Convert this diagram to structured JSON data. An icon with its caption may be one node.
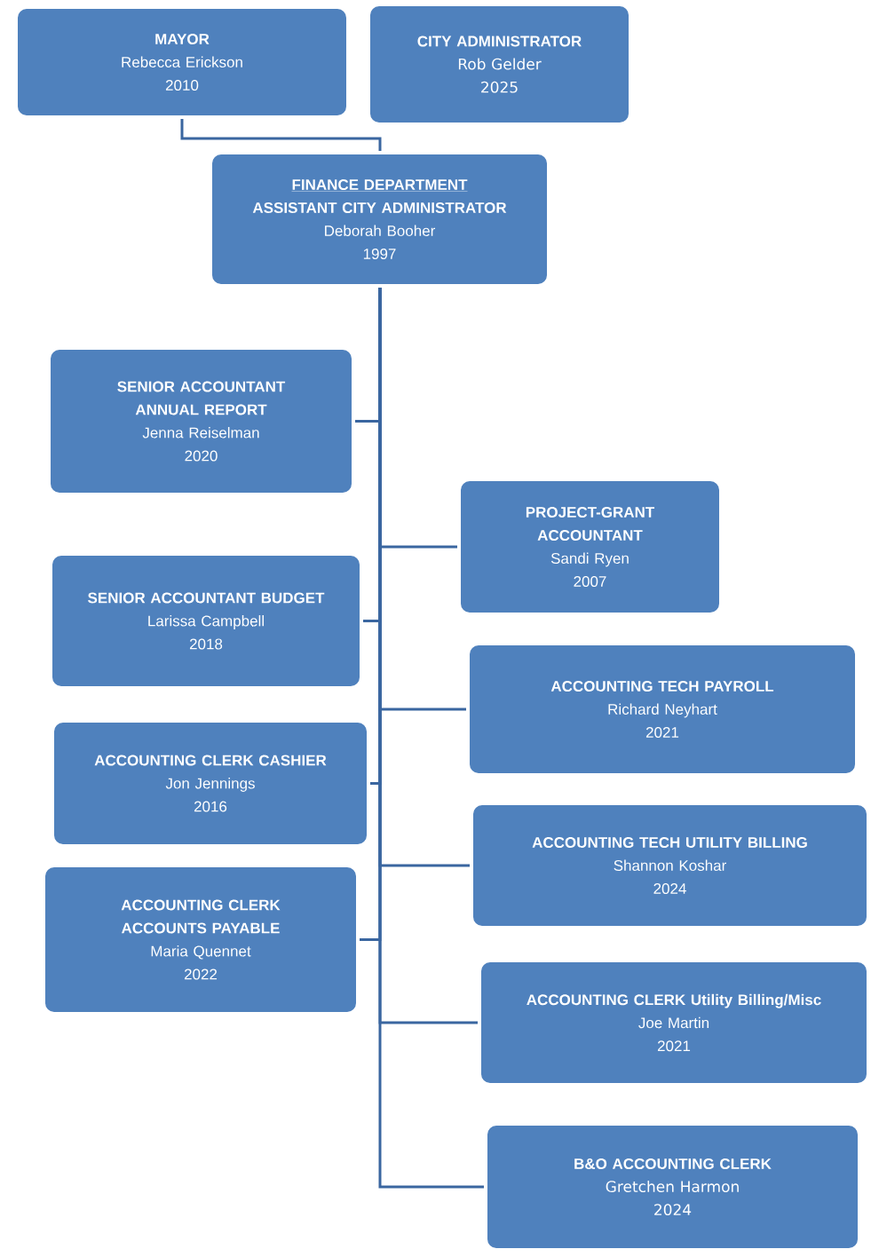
{
  "diagram": {
    "nodes": [
      {
        "text": [
          "MAYOR",
          "Rebecca Erickson",
          "2010"
        ]
      },
      {
        "text": [
          "CITY ADMINISTRATOR",
          "Rob Gelder",
          "2025"
        ]
      },
      {
        "text": [
          "FINANCE DEPARTMENT",
          "ASSISTANT CITY ADMINISTRATOR",
          "Deborah Booher",
          "1997"
        ]
      },
      {
        "text": [
          "SENIOR ACCOUNTANT ANNUAL REPORT",
          "Jenna Reiselman",
          "2020"
        ]
      },
      {
        "text": [
          "PROJECT-GRANT ACCOUNTANT",
          "Sandi Ryen",
          "2007"
        ]
      },
      {
        "text": [
          "SENIOR ACCOUNTANT BUDGET",
          "Larissa Campbell",
          "2018"
        ]
      },
      {
        "text": [
          "ACCOUNTING TECH PAYROLL",
          "Richard Neyhart",
          "2021"
        ]
      },
      {
        "text": [
          "ACCOUNTING CLERK CASHIER",
          "Jon Jennings",
          "2016"
        ]
      },
      {
        "text": [
          "ACCOUNTING TECH UTILITY BILLING",
          "Shannon Koshar",
          "2024"
        ]
      },
      {
        "text": [
          "ACCOUNTING CLERK ACCOUNTS PAYABLE",
          "Maria Quennet",
          "2022"
        ]
      },
      {
        "text": [
          "ACCOUNTING CLERK Utility Billing/Misc",
          "Joe Martin",
          "2021"
        ]
      },
      {
        "text": [
          "B&O ACCOUNTING CLERK",
          "Gretchen Harmon",
          "2024"
        ]
      }
    ],
    "edges": [
      {
        "from": 0,
        "to": 2,
        "arrow": "none"
      },
      {
        "from": 2,
        "to": 3,
        "arrow": "none"
      },
      {
        "from": 2,
        "to": 4,
        "arrow": "none"
      },
      {
        "from": 2,
        "to": 5,
        "arrow": "none"
      },
      {
        "from": 2,
        "to": 6,
        "arrow": "none"
      },
      {
        "from": 2,
        "to": 7,
        "arrow": "none"
      },
      {
        "from": 2,
        "to": 8,
        "arrow": "none"
      },
      {
        "from": 2,
        "to": 9,
        "arrow": "none"
      },
      {
        "from": 2,
        "to": 10,
        "arrow": "none"
      },
      {
        "from": 2,
        "to": 11,
        "arrow": "none"
      }
    ]
  }
}
